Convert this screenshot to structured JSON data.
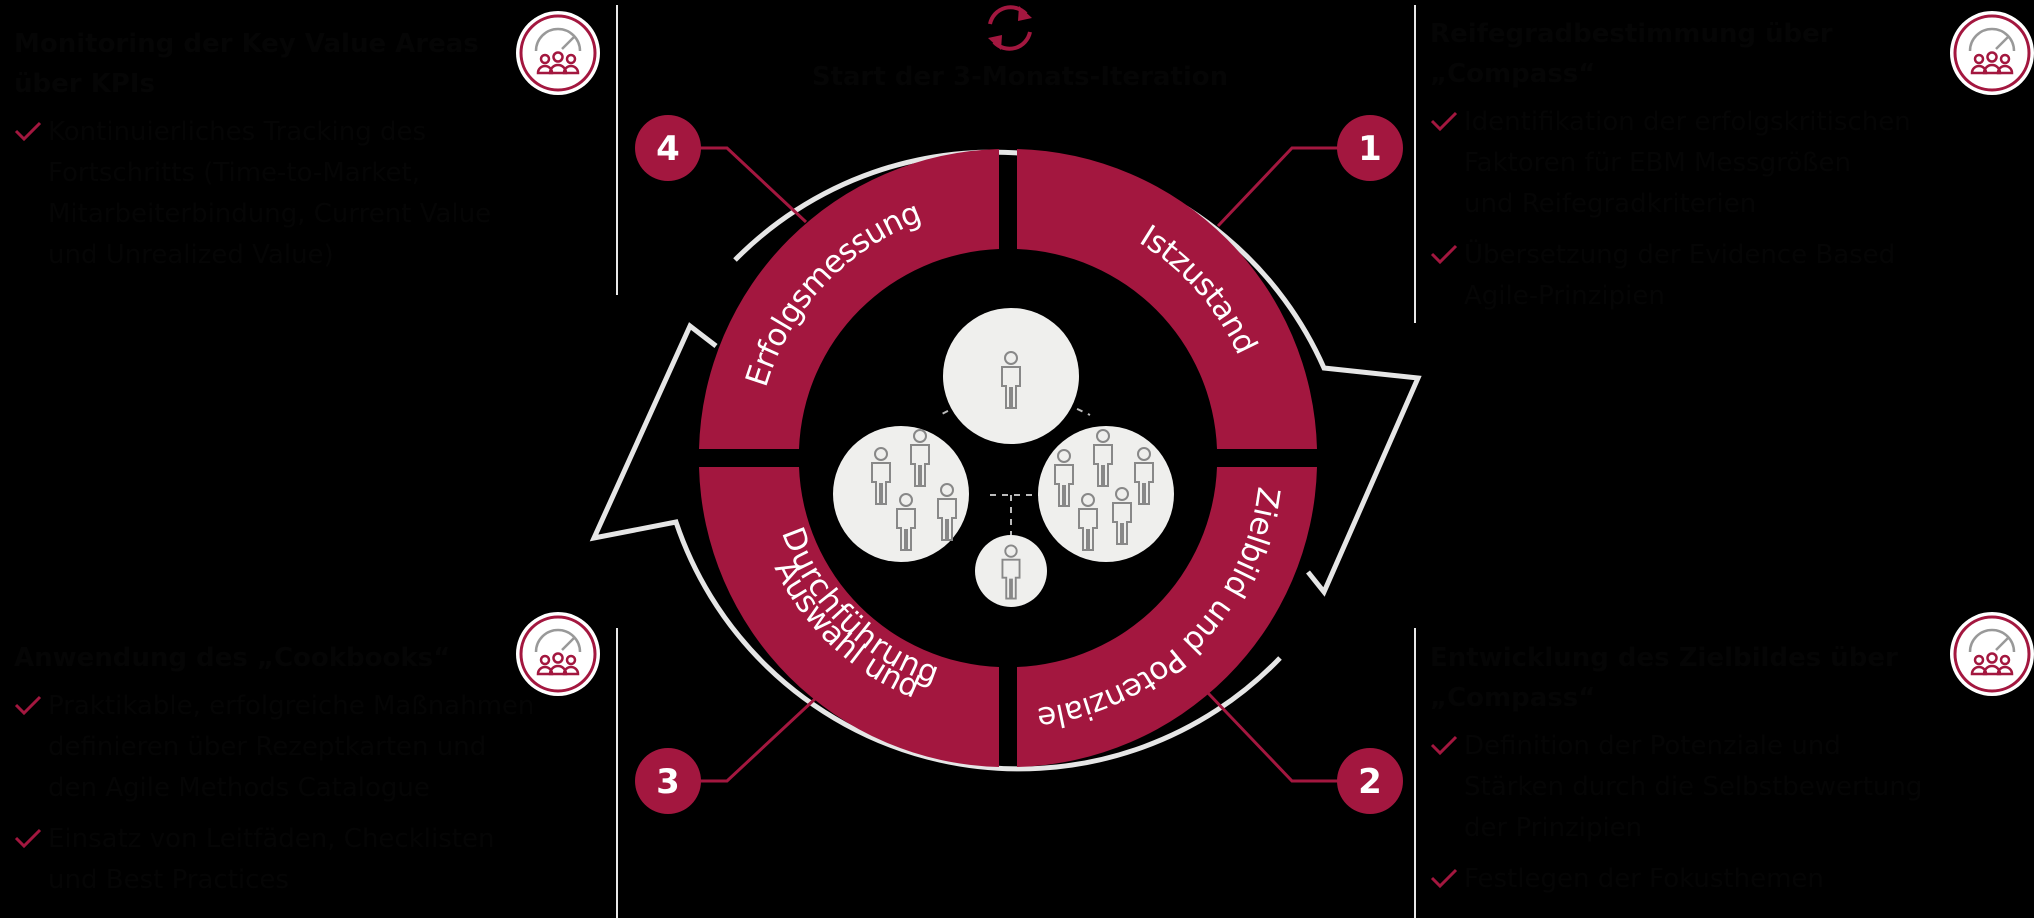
{
  "header": {
    "cycle_icon": "refresh-cycle-icon",
    "title": "Start der 3-Monats-Iteration"
  },
  "colors": {
    "accent": "#a3173f",
    "ring": "#e6e6e6",
    "background": "#000000",
    "hidden_text": "#050505"
  },
  "segments": [
    {
      "label": "Istzustand",
      "number": "1"
    },
    {
      "label": "Zielbild und Potenziale",
      "number": "2"
    },
    {
      "label": "Auswahl und",
      "label_line2": "Durchführung",
      "number": "3"
    },
    {
      "label": "Erfolgsmessung",
      "number": "4"
    }
  ],
  "center": {
    "icon": "people-groups-icon"
  },
  "panels": {
    "top_left": {
      "title_line1": "Monitoring der Key Value Areas",
      "title_line2": "über KPIs",
      "icon": "team-gauge-icon",
      "bullets": [
        {
          "line1": "Kontinuierliches Tracking des",
          "line2": "Fortschritts (Time-to-Market,",
          "line3": "Mitarbeiterbindung, Current Value",
          "line4": "und Unrealized Value)"
        }
      ]
    },
    "top_right": {
      "title_line1": "Reifegradbestimmung über",
      "title_line2": "„Compass“",
      "icon": "team-gauge-icon",
      "bullets": [
        {
          "line1": "Identifikation der erfolgskritischen",
          "line2": "Faktoren für EBM Messgrößen",
          "line3": "und Reifegradkriterien"
        },
        {
          "line1": "Übersetzung der Evidence Based",
          "line2": "Agile-Prinzipien"
        }
      ]
    },
    "bottom_left": {
      "title_line1": "Anwendung des „Cookbooks“",
      "icon": "team-gauge-icon",
      "bullets": [
        {
          "line1": "Praktikable, erfolgreiche Maßnahmen",
          "line2": "definieren über Rezeptkarten und",
          "line3": "den Agile Methods Catalogue"
        },
        {
          "line1": "Einsatz von Leitfäden, Checklisten",
          "line2": "und Best Practices"
        }
      ]
    },
    "bottom_right": {
      "title_line1": "Entwicklung des Zielbildes über",
      "title_line2": "„Compass“",
      "icon": "team-gauge-icon",
      "bullets": [
        {
          "line1": "Definition der Potenziale und",
          "line2": "Stärken durch die Selbstbewertung",
          "line3": "der Prinzipien"
        },
        {
          "line1": "Festlegen der Fokusthemen"
        }
      ]
    }
  }
}
